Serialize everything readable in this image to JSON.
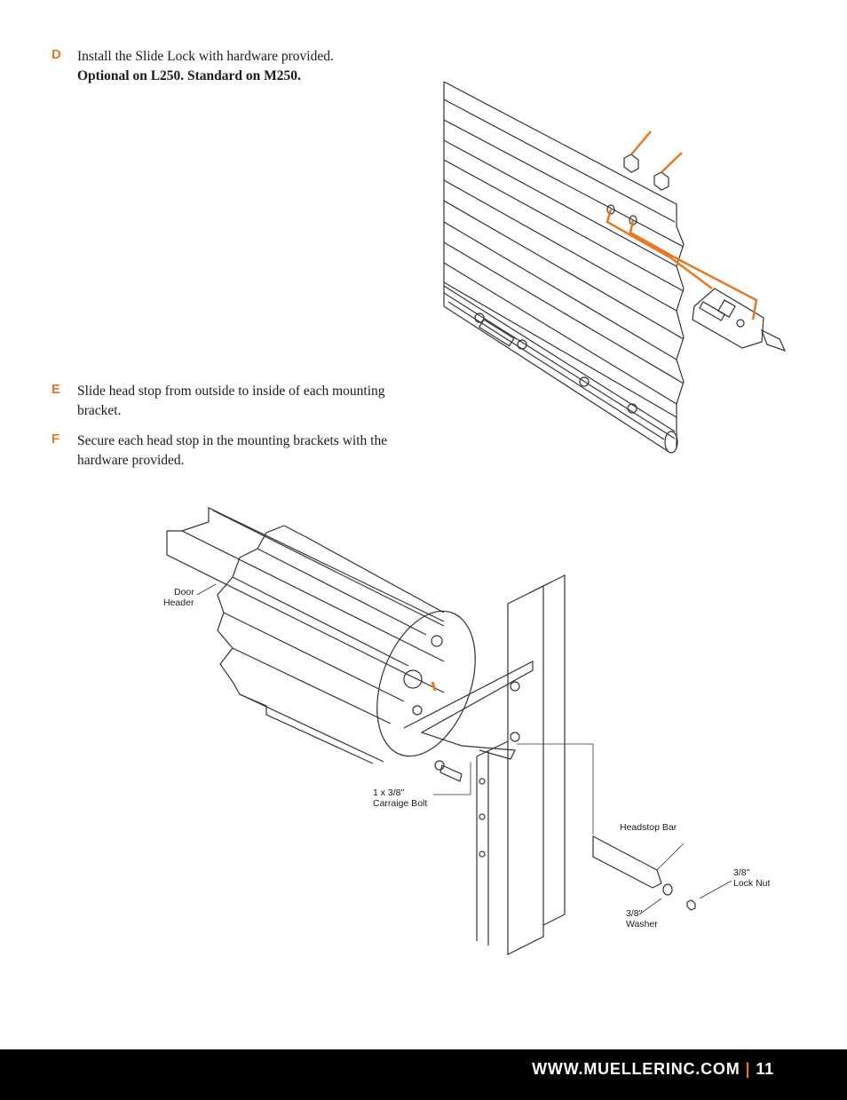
{
  "steps": [
    {
      "letter": "D",
      "line1": "Install the Slide Lock with hardware provided.",
      "line2": "Optional on L250. Standard on M250."
    },
    {
      "letter": "E",
      "text": "Slide head stop from outside to inside of each mounting bracket."
    },
    {
      "letter": "F",
      "text": "Secure each head stop in the mounting brackets with the hardware provided."
    }
  ],
  "diagram_labels": {
    "door_header_1": "Door",
    "door_header_2": "Header",
    "carriage_bolt_1": "1 x 3/8\"",
    "carriage_bolt_2": "Carraige Bolt",
    "headstop_bar": "Headstop Bar",
    "lock_nut_1": "3/8\"",
    "lock_nut_2": "Lock Nut",
    "washer_1": "3/8\"",
    "washer_2": "Washer"
  },
  "footer": {
    "url": "WWW.MUELLERINC.COM",
    "separator": "|",
    "page_number": "11"
  },
  "colors": {
    "accent": "#e87722",
    "footer_bg": "#000000",
    "line": "#333333"
  }
}
